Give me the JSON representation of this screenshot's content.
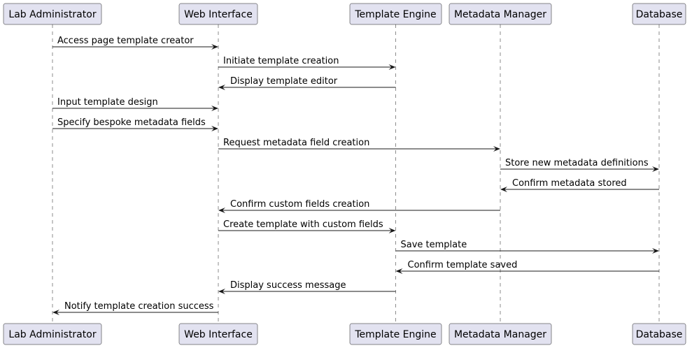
{
  "colors": {
    "participant_fill": "#E2E2F0",
    "stroke": "#181818",
    "text": "#000000"
  },
  "participants": [
    {
      "id": "lab-administrator",
      "label": "Lab Administrator"
    },
    {
      "id": "web-interface",
      "label": "Web Interface"
    },
    {
      "id": "template-engine",
      "label": "Template Engine"
    },
    {
      "id": "metadata-manager",
      "label": "Metadata Manager"
    },
    {
      "id": "database",
      "label": "Database"
    }
  ],
  "messages": [
    {
      "from": 0,
      "to": 1,
      "label": "Access page template creator"
    },
    {
      "from": 1,
      "to": 2,
      "label": "Initiate template creation"
    },
    {
      "from": 2,
      "to": 1,
      "label": "Display template editor"
    },
    {
      "from": 0,
      "to": 1,
      "label": "Input template design"
    },
    {
      "from": 0,
      "to": 1,
      "label": "Specify bespoke metadata fields"
    },
    {
      "from": 1,
      "to": 3,
      "label": "Request metadata field creation"
    },
    {
      "from": 3,
      "to": 4,
      "label": "Store new metadata definitions"
    },
    {
      "from": 4,
      "to": 3,
      "label": "Confirm metadata stored"
    },
    {
      "from": 3,
      "to": 1,
      "label": "Confirm custom fields creation"
    },
    {
      "from": 1,
      "to": 2,
      "label": "Create template with custom fields"
    },
    {
      "from": 2,
      "to": 4,
      "label": "Save template"
    },
    {
      "from": 4,
      "to": 2,
      "label": "Confirm template saved"
    },
    {
      "from": 2,
      "to": 1,
      "label": "Display success message"
    },
    {
      "from": 1,
      "to": 0,
      "label": "Notify template creation success"
    }
  ]
}
